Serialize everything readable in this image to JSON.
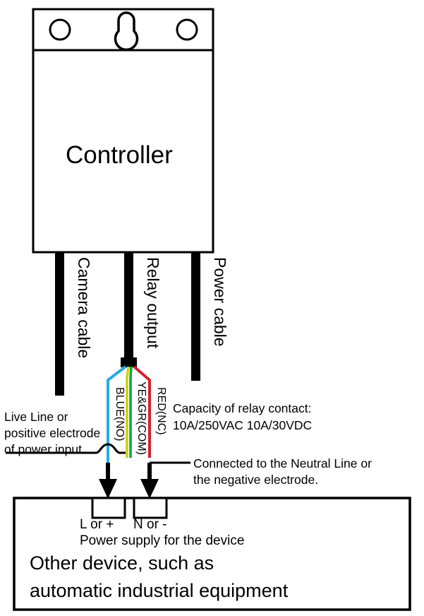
{
  "diagram": {
    "title": "Controller relay output wiring diagram",
    "controller": {
      "label": "Controller",
      "mounting_plate": {
        "holes": [
          "mounting-hole-left",
          "keyhole-slot-center",
          "mounting-hole-right"
        ]
      }
    },
    "cables": [
      {
        "id": "camera-cable",
        "label": "Camera cable"
      },
      {
        "id": "relay-output",
        "label": "Relay output"
      },
      {
        "id": "power-cable",
        "label": "Power cable"
      }
    ],
    "relay_wires": [
      {
        "id": "blue-no",
        "label": "BLUE(NO)",
        "color": "#29abe2"
      },
      {
        "id": "yegr-com",
        "label": "YE&GR(COM)",
        "color": "#c8d400",
        "color2": "#00a651"
      },
      {
        "id": "red-nc",
        "label": "RED(NC)",
        "color": "#d42030"
      }
    ],
    "annotations": {
      "live_line": {
        "lines": [
          "Live Line or",
          "positive electrode",
          "of power input"
        ]
      },
      "capacity": {
        "lines": [
          "Capacity of relay contact:",
          "10A/250VAC 10A/30VDC"
        ]
      },
      "neutral": {
        "lines": [
          "Connected to the Neutral Line or",
          "the negative electrode."
        ]
      }
    },
    "device_box": {
      "terminals": [
        {
          "id": "terminal-l",
          "label": "L or +"
        },
        {
          "id": "terminal-n",
          "label": "N or -"
        }
      ],
      "supply_caption": "Power supply for the device",
      "device_lines": [
        "Other device, such as",
        "automatic industrial equipment"
      ]
    },
    "colors": {
      "outline": "#000000",
      "background": "#ffffff",
      "wire_blue": "#29abe2",
      "wire_yellow": "#c8d400",
      "wire_green": "#00a651",
      "wire_red": "#d42030"
    }
  }
}
